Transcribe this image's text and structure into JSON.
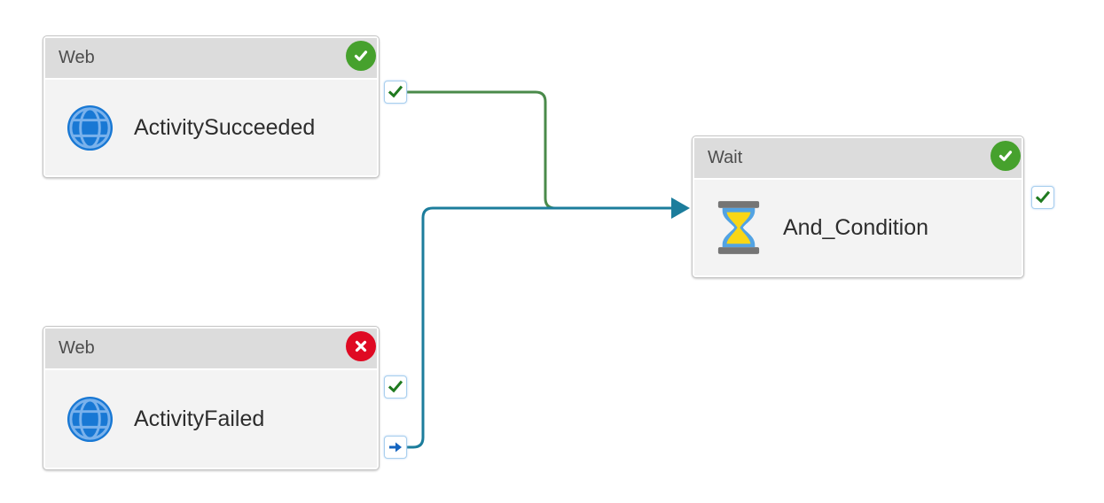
{
  "app": {
    "view": "pipeline-canvas"
  },
  "nodes": [
    {
      "type": "Web",
      "name": "ActivitySucceeded",
      "status": "Succeeded",
      "icon": "globe-icon",
      "output_ports": [
        "success"
      ]
    },
    {
      "type": "Web",
      "name": "ActivityFailed",
      "status": "Failed",
      "icon": "globe-icon",
      "output_ports": [
        "success",
        "completion"
      ]
    },
    {
      "type": "Wait",
      "name": "And_Condition",
      "status": "Succeeded",
      "icon": "hourglass-icon",
      "output_ports": [
        "success"
      ]
    }
  ],
  "connections": [
    {
      "from": "ActivitySucceeded",
      "from_port": "success",
      "to": "And_Condition",
      "color": "#4A8A4A"
    },
    {
      "from": "ActivityFailed",
      "from_port": "completion",
      "to": "And_Condition",
      "color": "#1C7D9C"
    }
  ],
  "colors": {
    "canvas_bg": "#ffffff",
    "node_header_bg": "#dcdcdc",
    "node_body_bg": "#f3f3f3",
    "node_border": "#c6c6c6",
    "success_badge": "#46A12D",
    "error_badge": "#DF0A23",
    "port_border": "#a9cfee",
    "port_check": "#1F7A1F",
    "port_arrow": "#1565C0",
    "globe_blue": "#1878D4",
    "globe_lines": "#7AB2EC",
    "hourglass_frame": "#757575",
    "hourglass_glass": "#52A3E3",
    "hourglass_sand": "#F9D616",
    "connector_success": "#4A8A4A",
    "connector_completion": "#1C7D9C"
  }
}
